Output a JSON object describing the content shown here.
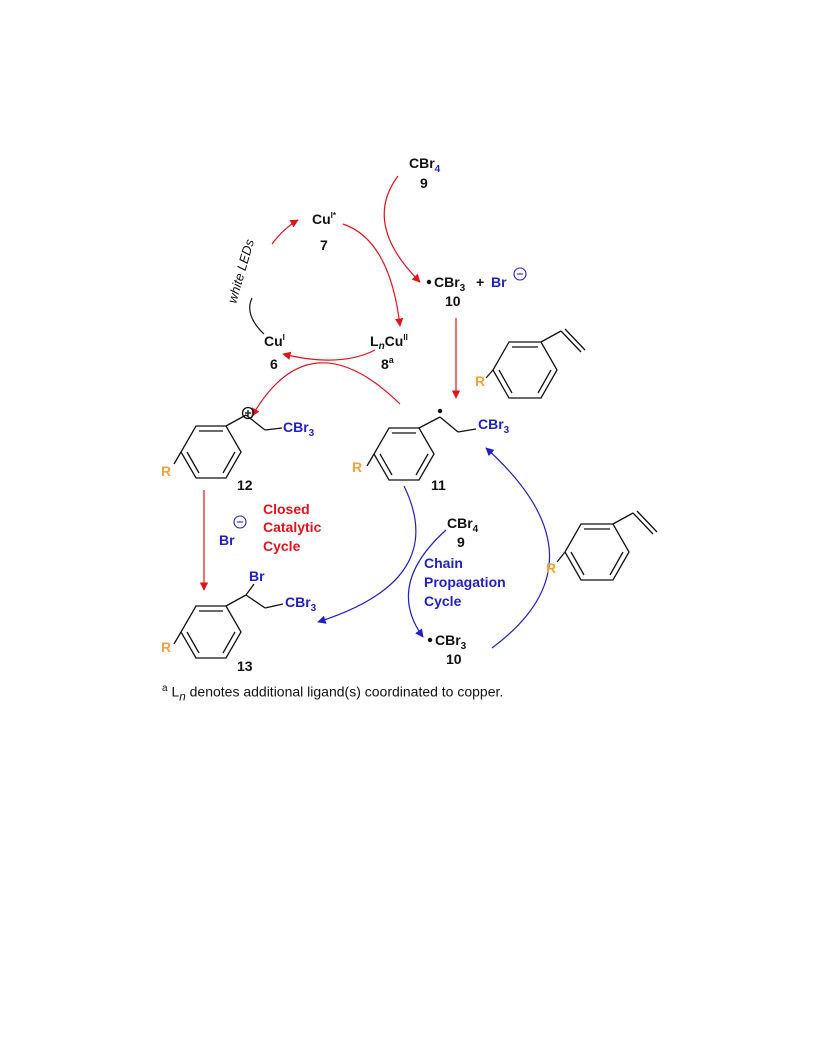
{
  "colors": {
    "red": "#e0141c",
    "blue": "#1f1fc8",
    "orange": "#f0a040",
    "black": "#111111"
  },
  "labels": {
    "cbr4_top": "CBr",
    "cbr4_top_sub": "4",
    "cbr4_top_num": "9",
    "cu_excited": "Cu",
    "cu_excited_sup": "I*",
    "cu_excited_num": "7",
    "white_leds": "white LEDs",
    "cbr3_radical": "CBr",
    "cbr3_radical_sub": "3",
    "plus": "+",
    "br_anion": "Br",
    "radical_num_top": "10",
    "cu_i": "Cu",
    "cu_i_sup": "I",
    "cu_i_num": "6",
    "lncu_l": "L",
    "lncu_n": "n",
    "lncu_cu": "Cu",
    "lncu_sup": "II",
    "lncu_num": "8",
    "lncu_num_sup": "a",
    "cation_cbr3": "CBr",
    "cation_cbr3_sub": "3",
    "cation_r": "R",
    "cation_num": "12",
    "radical11_cbr3": "CBr",
    "radical11_cbr3_sub": "3",
    "radical11_r": "R",
    "radical11_num": "11",
    "styrene_top_r": "R",
    "styrene_bottom_r": "R",
    "closed_1": "Closed",
    "closed_2": "Catalytic",
    "closed_3": "Cycle",
    "br_minus": "Br",
    "chain_cbr4": "CBr",
    "chain_cbr4_sub": "4",
    "chain_cbr4_num": "9",
    "chain_1": "Chain",
    "chain_2": "Propagation",
    "chain_3": "Cycle",
    "product_br": "Br",
    "product_cbr3": "CBr",
    "product_cbr3_sub": "3",
    "product_r": "R",
    "product_num": "13",
    "chain_cbr3": "CBr",
    "chain_cbr3_sub": "3",
    "chain_cbr3_num": "10"
  },
  "footnote": {
    "marker": "a",
    "l": "L",
    "n": "n",
    "text": " denotes additional ligand(s) coordinated to copper."
  }
}
